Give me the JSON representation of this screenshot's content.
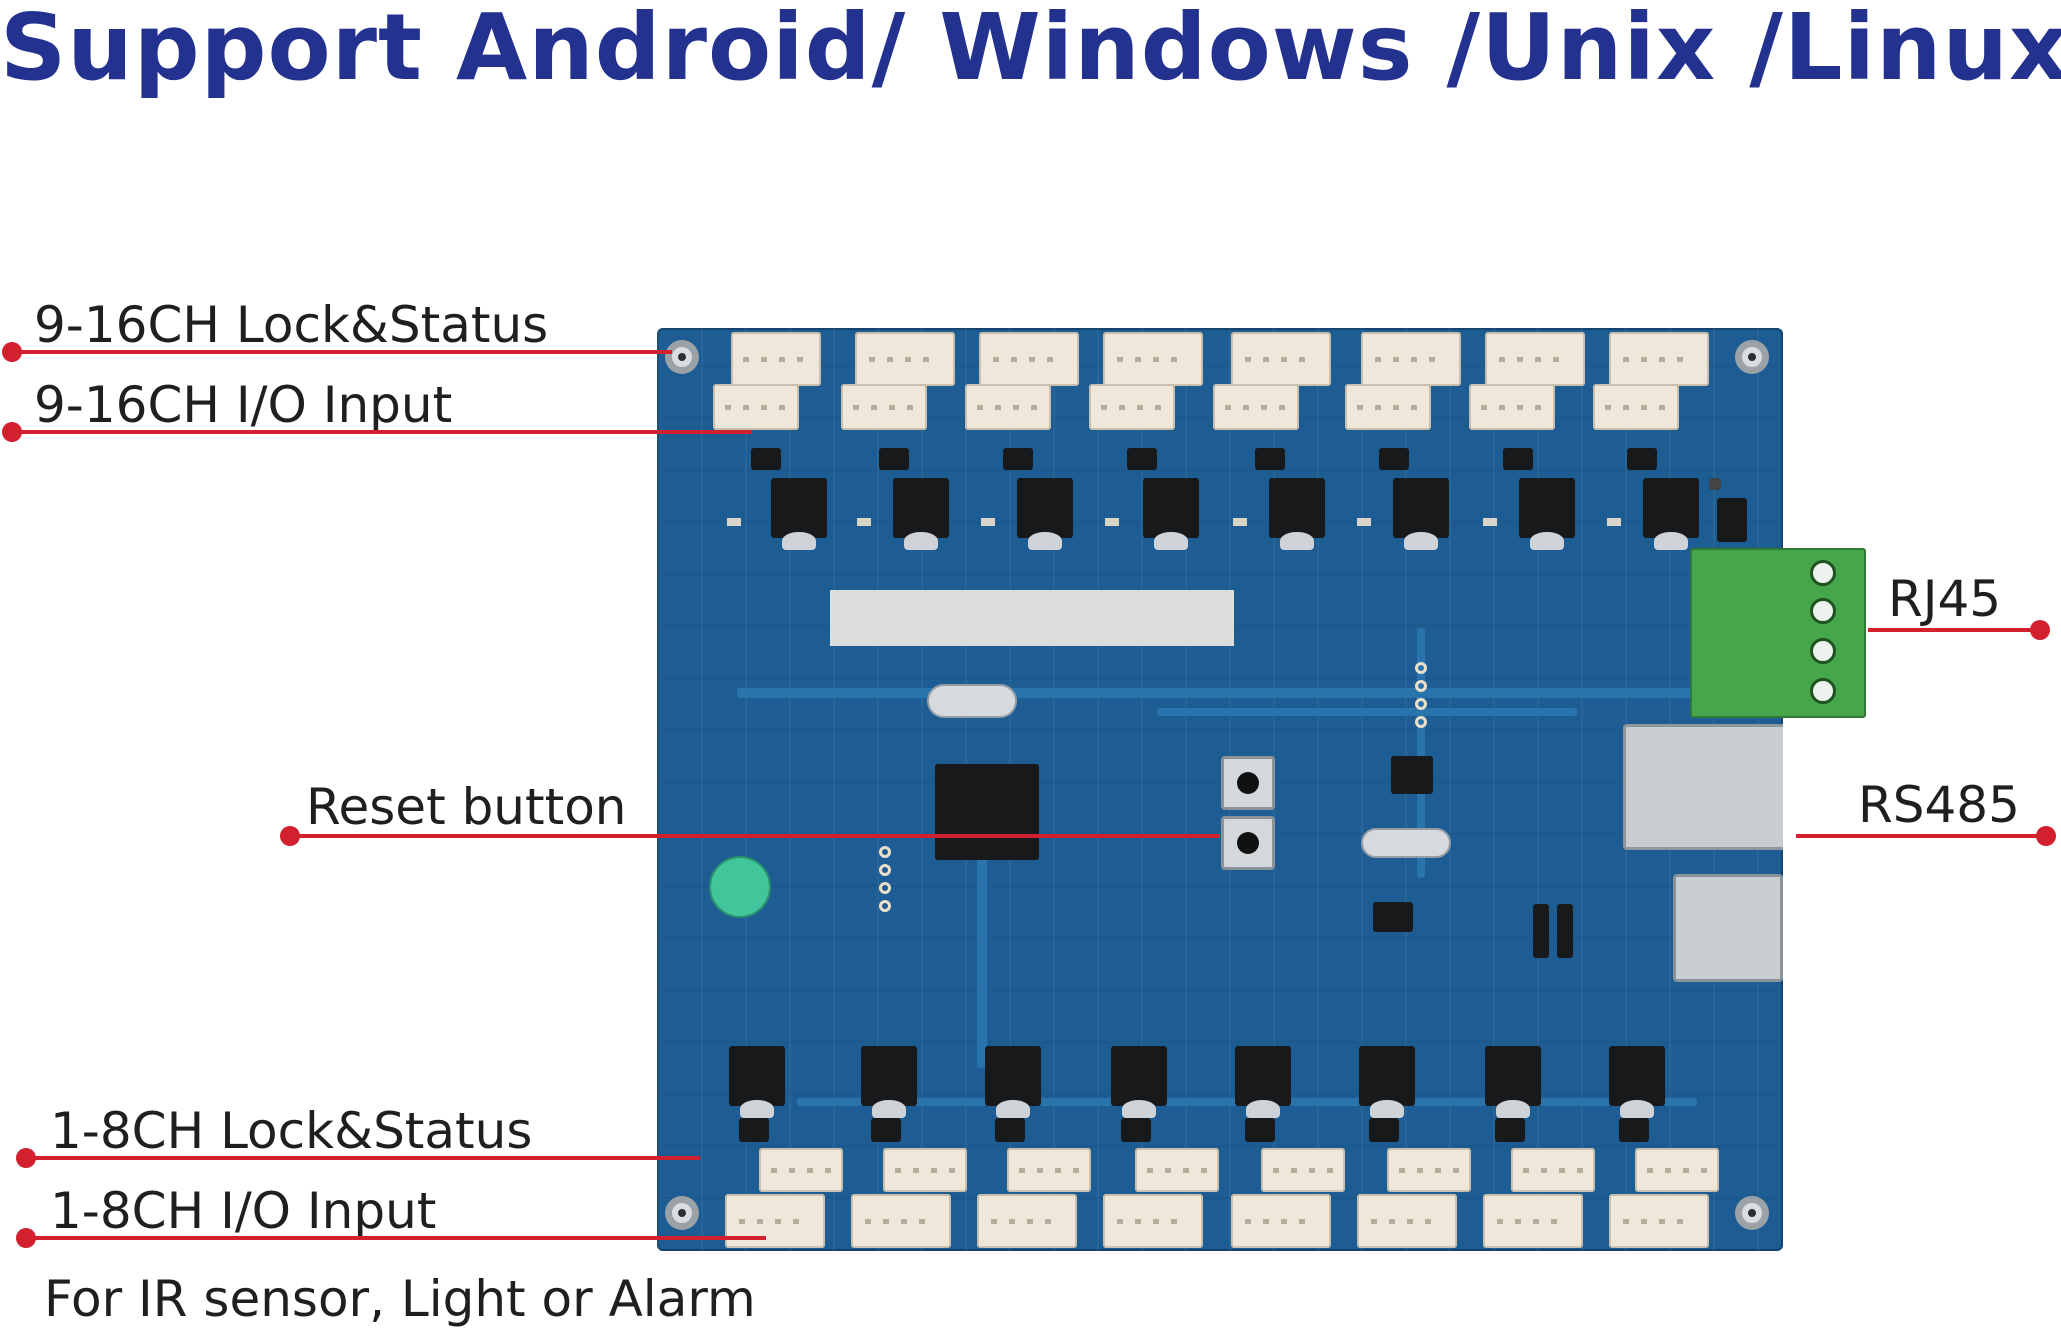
{
  "headline": "Support Android/ Windows /Unix /Linux",
  "callouts": {
    "ch9_16_lock_status": "9-16CH Lock&Status",
    "ch9_16_io_input": "9-16CH I/O Input",
    "reset_button": "Reset button",
    "ch1_8_lock_status": "1-8CH Lock&Status",
    "ch1_8_io_input": "1-8CH I/O Input",
    "rj45": "RJ45",
    "rs485": "RS485"
  },
  "footnote": "For IR sensor, Light or Alarm",
  "colors": {
    "headline": "#23318f",
    "leader": "#d3202f",
    "board": "#1d5d94",
    "terminal": "#46a64b"
  }
}
